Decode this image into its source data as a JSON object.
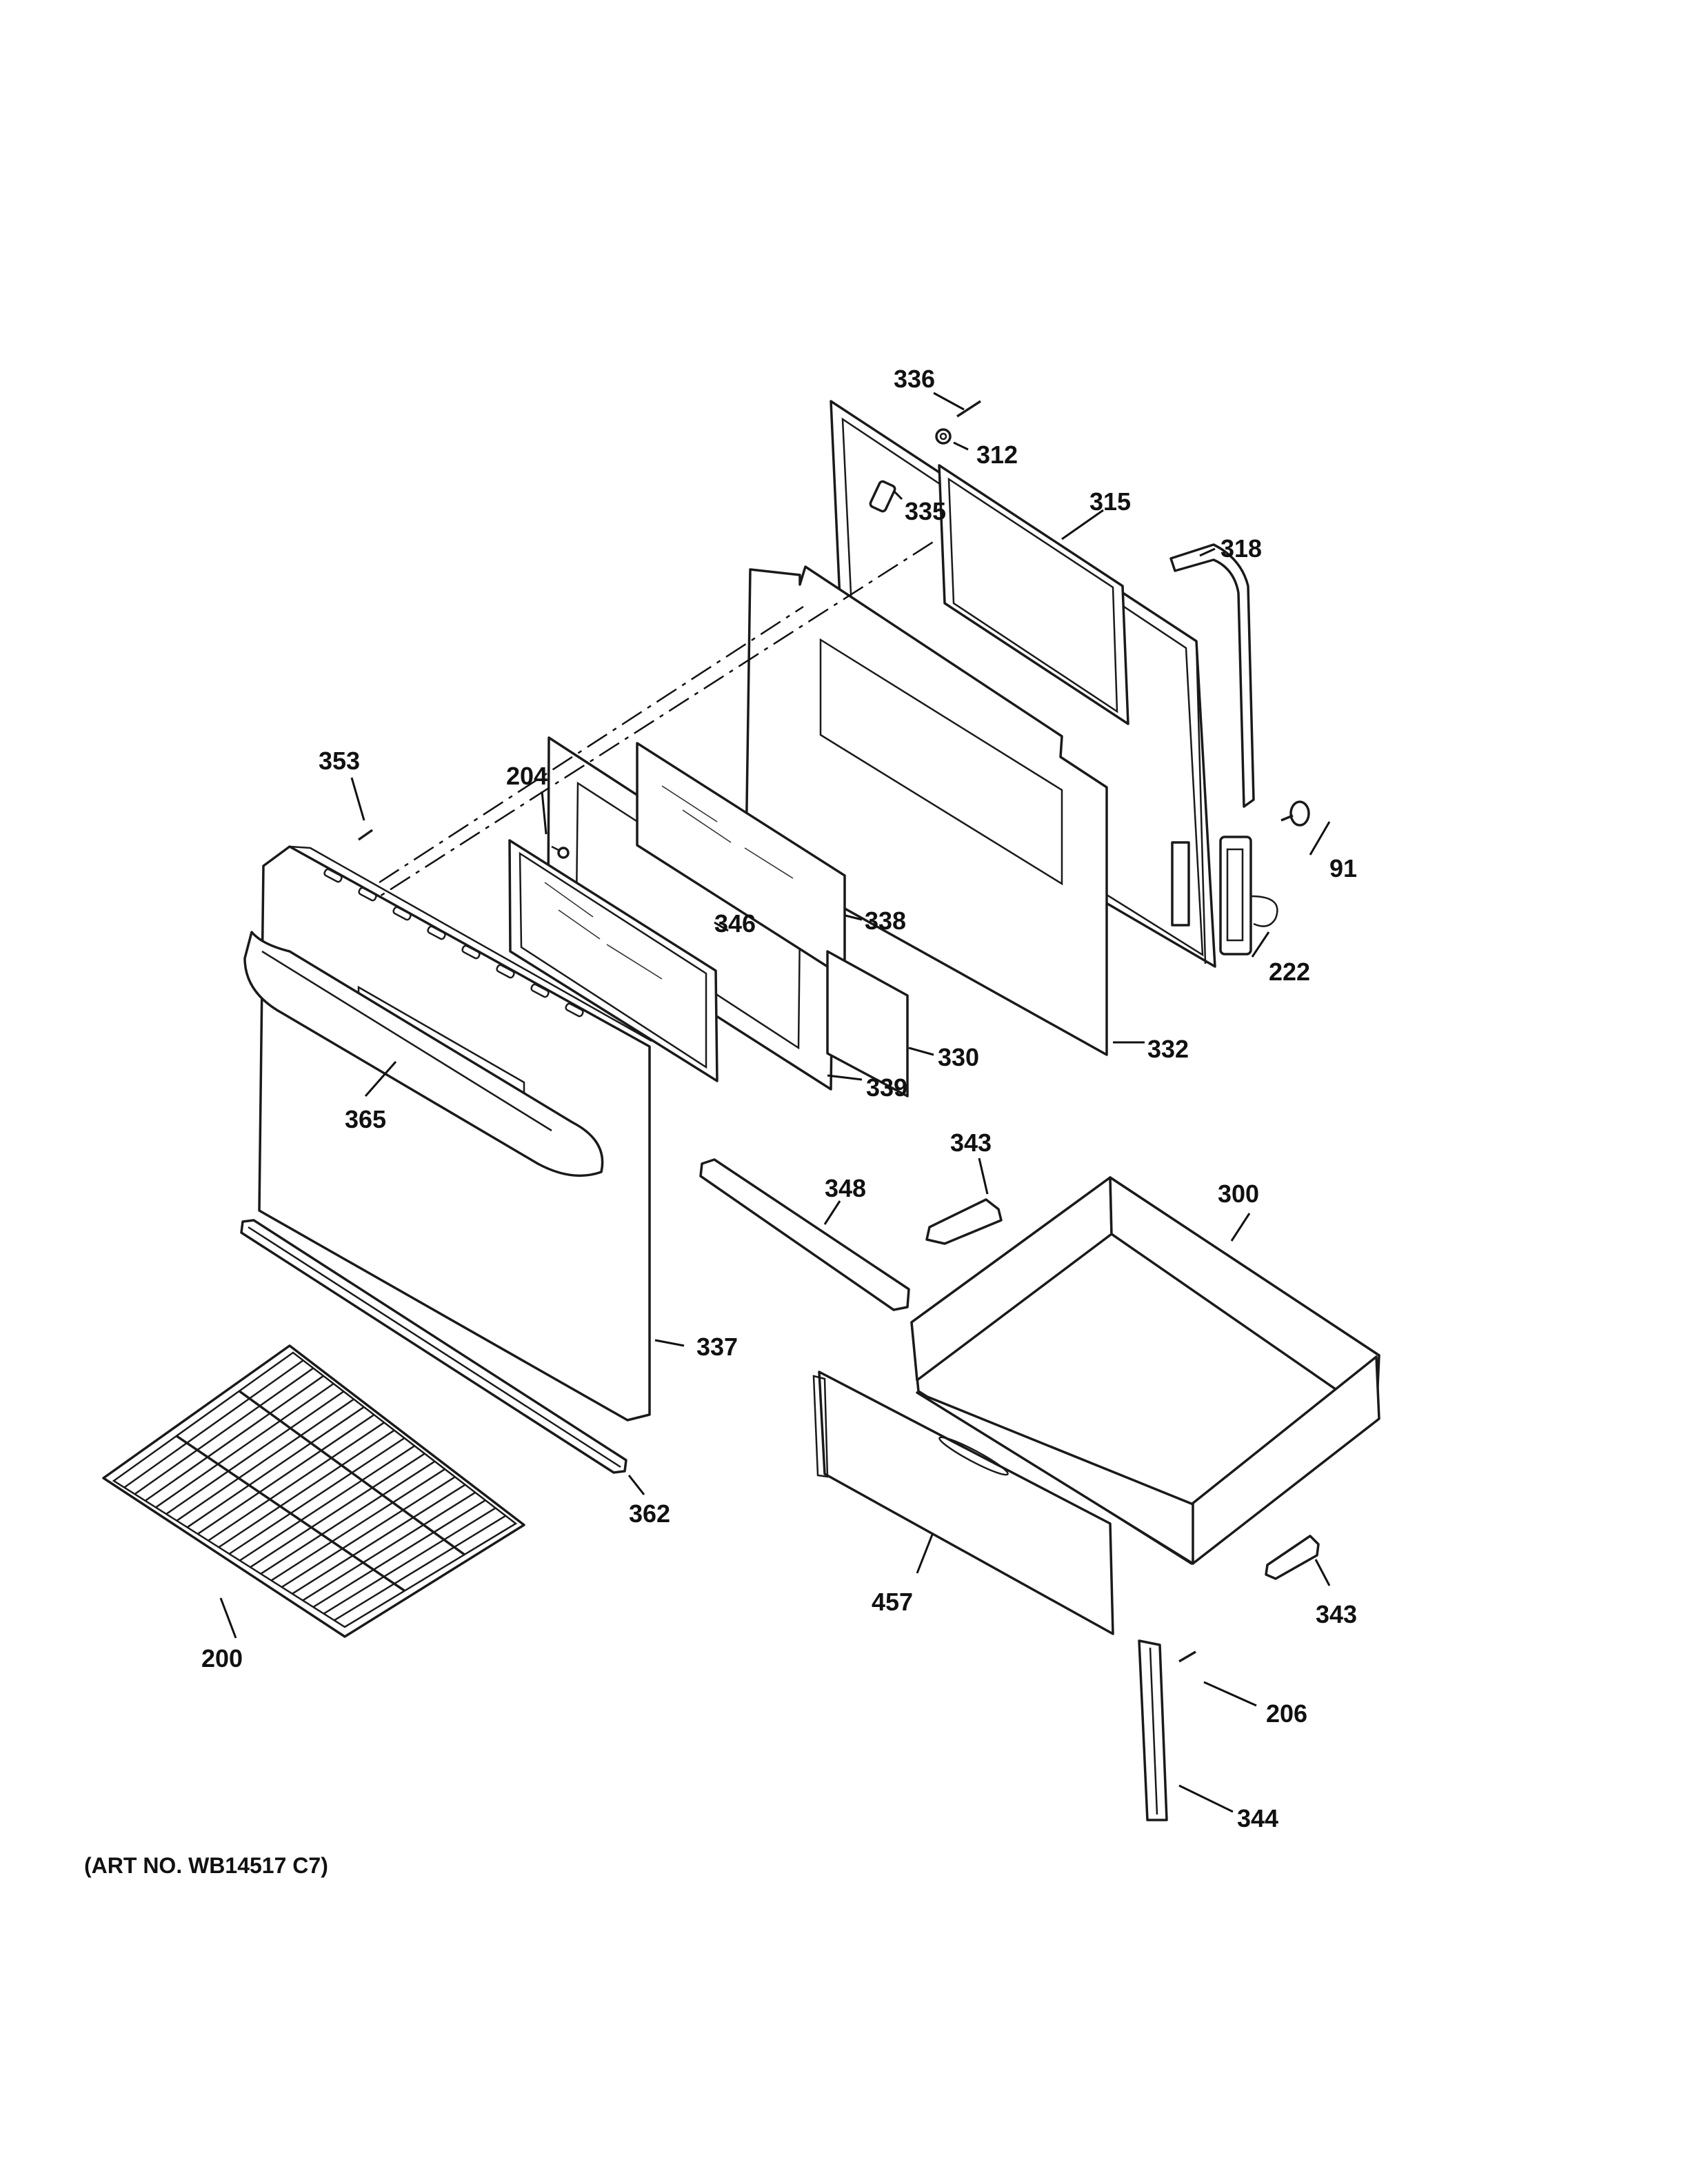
{
  "diagram": {
    "art_number": "(ART NO. WB14517 C7)",
    "callouts": [
      {
        "id": "c336",
        "label": "336"
      },
      {
        "id": "c312",
        "label": "312"
      },
      {
        "id": "c335",
        "label": "335"
      },
      {
        "id": "c315",
        "label": "315"
      },
      {
        "id": "c318",
        "label": "318"
      },
      {
        "id": "c353",
        "label": "353"
      },
      {
        "id": "c204",
        "label": "204"
      },
      {
        "id": "c91",
        "label": "91"
      },
      {
        "id": "c346",
        "label": "346"
      },
      {
        "id": "c338",
        "label": "338"
      },
      {
        "id": "c222",
        "label": "222"
      },
      {
        "id": "c330",
        "label": "330"
      },
      {
        "id": "c332",
        "label": "332"
      },
      {
        "id": "c339",
        "label": "339"
      },
      {
        "id": "c365",
        "label": "365"
      },
      {
        "id": "c343a",
        "label": "343"
      },
      {
        "id": "c348",
        "label": "348"
      },
      {
        "id": "c300",
        "label": "300"
      },
      {
        "id": "c337",
        "label": "337"
      },
      {
        "id": "c362",
        "label": "362"
      },
      {
        "id": "c457",
        "label": "457"
      },
      {
        "id": "c343b",
        "label": "343"
      },
      {
        "id": "c200",
        "label": "200"
      },
      {
        "id": "c206",
        "label": "206"
      },
      {
        "id": "c344",
        "label": "344"
      }
    ]
  }
}
